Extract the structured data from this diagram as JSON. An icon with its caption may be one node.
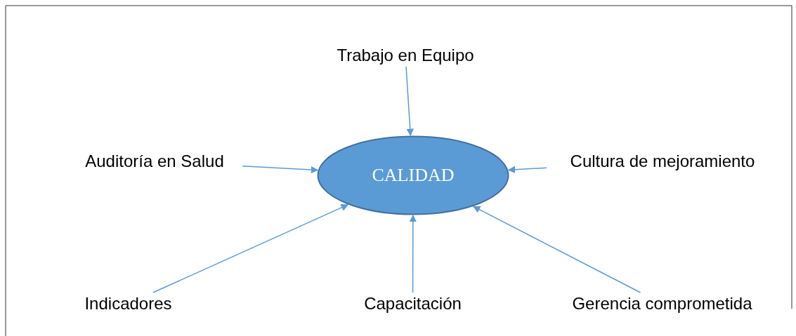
{
  "diagram": {
    "nodes": [
      {
        "text": [
          "Trabajo en Equipo"
        ]
      },
      {
        "text": [
          "Auditoría en Salud"
        ]
      },
      {
        "text": [
          "CALIDAD"
        ]
      },
      {
        "text": [
          "Cultura de mejoramiento"
        ]
      },
      {
        "text": [
          "Indicadores"
        ]
      },
      {
        "text": [
          "Capacitación"
        ]
      },
      {
        "text": [
          "Gerencia comprometida"
        ]
      }
    ],
    "edges": [
      {
        "from": 0,
        "to": 2,
        "arrow": "to"
      },
      {
        "from": 1,
        "to": 2,
        "arrow": "to"
      },
      {
        "from": 3,
        "to": 2,
        "arrow": "to"
      },
      {
        "from": 4,
        "to": 2,
        "arrow": "to"
      },
      {
        "from": 5,
        "to": 2,
        "arrow": "to"
      },
      {
        "from": 6,
        "to": 2,
        "arrow": "to"
      }
    ]
  }
}
